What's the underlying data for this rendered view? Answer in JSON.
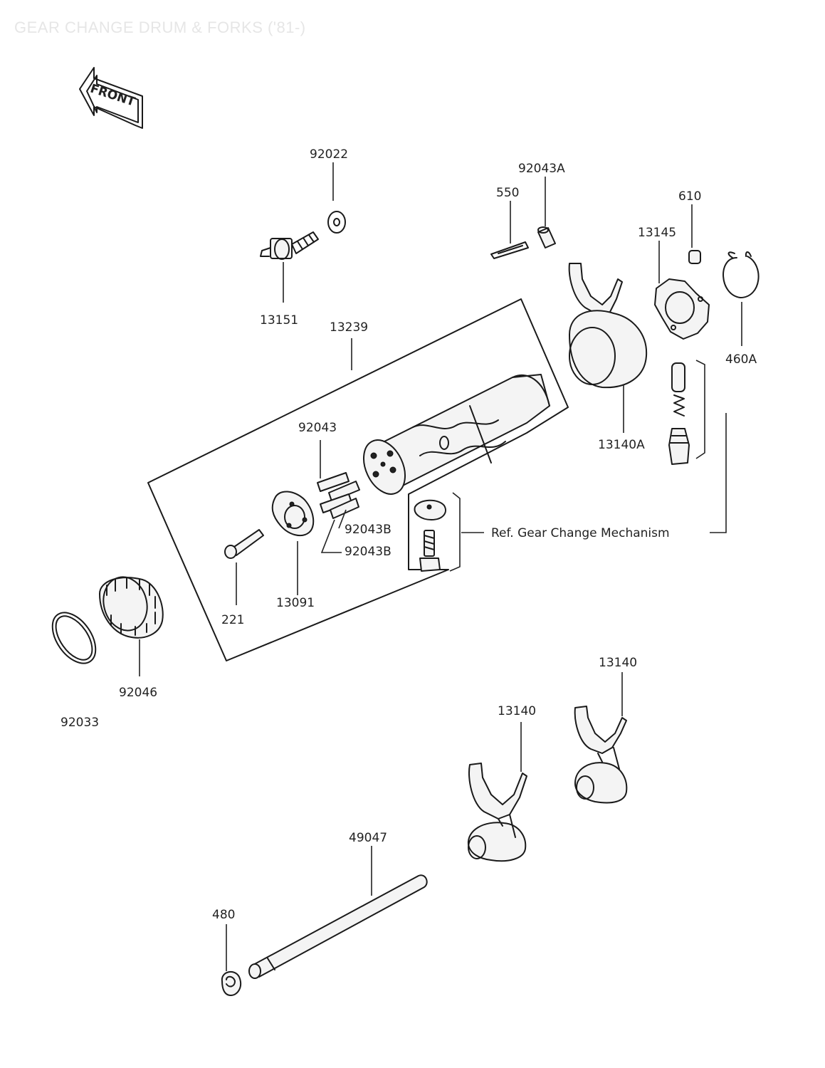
{
  "title": "GEAR CHANGE DRUM & FORKS ('81-)",
  "front_arrow_label": "FRONT",
  "ref_note": "Ref. Gear Change Mechanism",
  "parts": {
    "p92022": "92022",
    "p13151": "13151",
    "p92043A": "92043A",
    "p550": "550",
    "p610": "610",
    "p13145": "13145",
    "p460A": "460A",
    "p13239": "13239",
    "p13140A": "13140A",
    "p92043": "92043",
    "p92043B_1": "92043B",
    "p92043B_2": "92043B",
    "p221": "221",
    "p13091": "13091",
    "p92046": "92046",
    "p92033": "92033",
    "p13140_upper": "13140",
    "p13140_lower": "13140",
    "p49047": "49047",
    "p480": "480"
  }
}
